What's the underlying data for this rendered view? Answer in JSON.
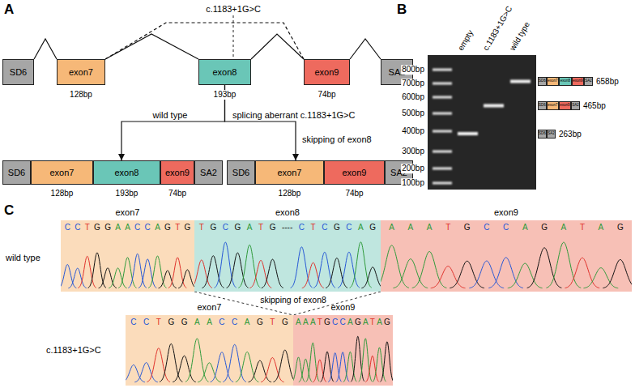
{
  "diagram": {
    "nodes": [
      {
        "text": [
          "SD6"
        ]
      },
      {
        "text": [
          "exon7"
        ]
      },
      {
        "text": [
          "exon8"
        ]
      },
      {
        "text": [
          "exon9"
        ]
      },
      {
        "text": [
          "SA2"
        ]
      },
      {
        "text": [
          "SD6"
        ]
      },
      {
        "text": [
          "exon7"
        ]
      },
      {
        "text": [
          "exon8"
        ]
      },
      {
        "text": [
          "exon9"
        ]
      },
      {
        "text": [
          "SA2"
        ]
      },
      {
        "text": [
          "SD6"
        ]
      },
      {
        "text": [
          "exon7"
        ]
      },
      {
        "text": [
          "exon9"
        ]
      },
      {
        "text": [
          "SA2"
        ]
      },
      {
        "text": [
          "SD6"
        ]
      },
      {
        "text": [
          "exon7"
        ]
      },
      {
        "text": [
          "exon8"
        ]
      },
      {
        "text": [
          "exon9"
        ]
      },
      {
        "text": [
          "SA2"
        ]
      },
      {
        "text": [
          "SD6"
        ]
      },
      {
        "text": [
          "exon7"
        ]
      },
      {
        "text": [
          "exon9"
        ]
      },
      {
        "text": [
          "SA2"
        ]
      },
      {
        "text": [
          "SD6"
        ]
      },
      {
        "text": [
          "SA2"
        ]
      },
      {
        "text": [
          "exon7",
          "C",
          "C",
          "T",
          "G",
          "G",
          "A",
          "A",
          "C",
          "C",
          "A",
          "G",
          "T",
          "G"
        ]
      },
      {
        "text": [
          "exon8",
          "T",
          "G",
          "C",
          "G",
          "A",
          "T",
          "G",
          "----",
          "C",
          "T",
          "C",
          "G",
          "C",
          "A",
          "G"
        ]
      },
      {
        "text": [
          "exon9",
          "A",
          "A",
          "A",
          "T",
          "G",
          "C",
          "C",
          "A",
          "G",
          "A",
          "T",
          "A",
          "G"
        ]
      },
      {
        "text": [
          "exon7",
          "C",
          "C",
          "T",
          "G",
          "G",
          "A",
          "A",
          "C",
          "C",
          "A",
          "G",
          "T",
          "G"
        ]
      },
      {
        "text": [
          "exon9",
          "A",
          "A",
          "A",
          "T",
          "G",
          "C",
          "C",
          "A",
          "G",
          "A",
          "T",
          "A",
          "G"
        ]
      }
    ],
    "edges": [
      {
        "from": 0,
        "to": 1,
        "arrow": "none"
      },
      {
        "from": 1,
        "to": 2,
        "arrow": "none"
      },
      {
        "from": 1,
        "to": 3,
        "arrow": "none"
      },
      {
        "from": 2,
        "to": 3,
        "arrow": "none"
      },
      {
        "from": 3,
        "to": 4,
        "arrow": "none"
      },
      {
        "from": 2,
        "to": 7,
        "arrow": "to",
        "label": "wild type"
      },
      {
        "from": 2,
        "to": 11,
        "arrow": "to",
        "label": "splicing aberrant c.1183+1G>C"
      }
    ],
    "labels": [
      "A",
      "c.1183+1G>C",
      "128bp",
      "193bp",
      "74bp",
      "skipping of exon8",
      "128bp",
      "193bp",
      "74bp",
      "128bp",
      "74bp",
      "B",
      "empty",
      "c.1183+1G>C",
      "wild type",
      "800bp",
      "700bp",
      "600bp",
      "500bp",
      "400bp",
      "300bp",
      "200bp",
      "100bp",
      "658bp",
      "465bp",
      "263bp",
      "C",
      "wild type",
      "skipping of exon8",
      "c.1183+1G>C"
    ]
  }
}
